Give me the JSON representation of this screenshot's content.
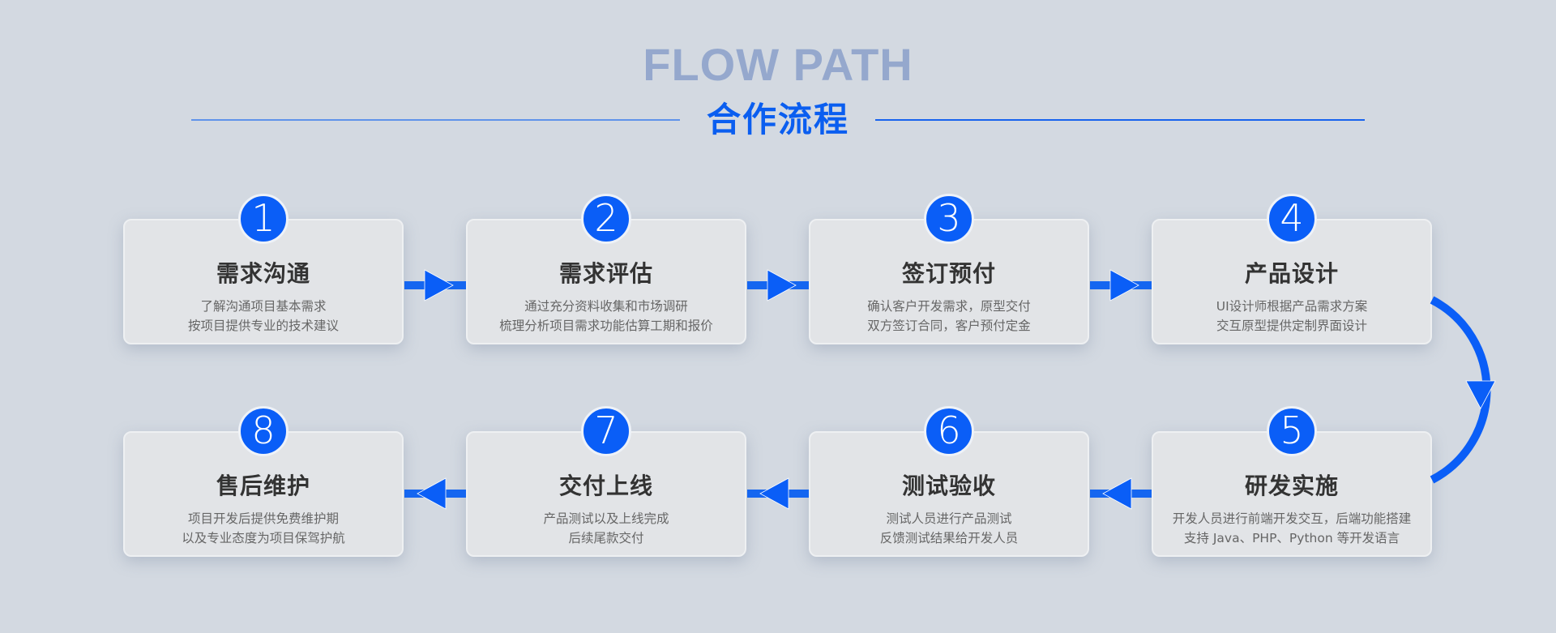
{
  "header": {
    "title_en": "FLOW PATH",
    "title_cn": "合作流程"
  },
  "colors": {
    "accent": "#0a5ef7",
    "background": "#d3d9e1",
    "card": "#e2e4e7",
    "title_en": "#95a8cd"
  },
  "steps": [
    {
      "number": "1",
      "title": "需求沟通",
      "lines": [
        "了解沟通项目基本需求",
        "按项目提供专业的技术建议"
      ]
    },
    {
      "number": "2",
      "title": "需求评估",
      "lines": [
        "通过充分资料收集和市场调研",
        "梳理分析项目需求功能估算工期和报价"
      ]
    },
    {
      "number": "3",
      "title": "签订预付",
      "lines": [
        "确认客户开发需求，原型交付",
        "双方签订合同，客户预付定金"
      ]
    },
    {
      "number": "4",
      "title": "产品设计",
      "lines": [
        "UI设计师根据产品需求方案",
        "交互原型提供定制界面设计"
      ]
    },
    {
      "number": "5",
      "title": "研发实施",
      "lines": [
        "开发人员进行前端开发交互，后端功能搭建",
        "支持 Java、PHP、Python 等开发语言"
      ]
    },
    {
      "number": "6",
      "title": "测试验收",
      "lines": [
        "测试人员进行产品测试",
        "反馈测试结果给开发人员"
      ]
    },
    {
      "number": "7",
      "title": "交付上线",
      "lines": [
        "产品测试以及上线完成",
        "后续尾款交付"
      ]
    },
    {
      "number": "8",
      "title": "售后维护",
      "lines": [
        "项目开发后提供免费维护期",
        "以及专业态度为项目保驾护航"
      ]
    }
  ]
}
